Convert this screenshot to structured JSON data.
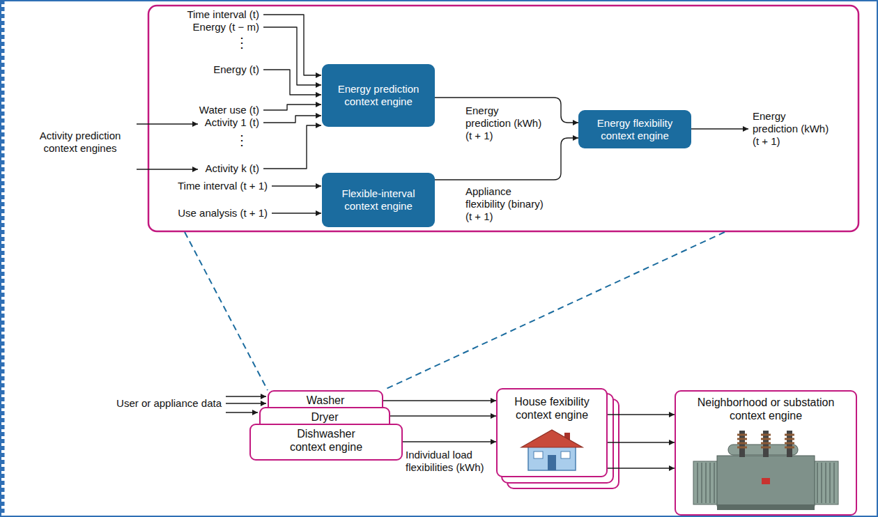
{
  "diagram": {
    "nodes": [
      {
        "text": [
          "Energy prediction context engine"
        ]
      },
      {
        "text": [
          "Flexible-interval context engine"
        ]
      },
      {
        "text": [
          "Energy flexibility context engine"
        ]
      },
      {
        "text": [
          "Washer"
        ]
      },
      {
        "text": [
          "Dryer"
        ]
      },
      {
        "text": [
          "Dishwasher context engine"
        ]
      },
      {
        "text": [
          "House fexibility context engine"
        ]
      },
      {
        "text": [
          "Neighborhood or substation context engine"
        ]
      }
    ],
    "edges": [
      {
        "from": 0,
        "to": 2,
        "arrow": "to",
        "label": "Energy prediction (kWh) (t + 1)"
      },
      {
        "from": 1,
        "to": 2,
        "arrow": "to",
        "label": "Appliance flexibility (binary) (t + 1)"
      },
      {
        "from": 3,
        "to": 6,
        "arrow": "to"
      },
      {
        "from": 4,
        "to": 6,
        "arrow": "to"
      },
      {
        "from": 5,
        "to": 6,
        "arrow": "to",
        "label": "Individual load flexibilities (kWh)"
      },
      {
        "from": 6,
        "to": 7,
        "arrow": "to"
      },
      {
        "from": 6,
        "to": 7,
        "arrow": "to"
      },
      {
        "from": 6,
        "to": 7,
        "arrow": "to"
      }
    ],
    "labels": [
      "Time interval (t)",
      "Energy (t − m)",
      "⋮",
      "Energy (t)",
      "Water use (t)",
      "Activity 1 (t)",
      "⋮",
      "Activity k (t)",
      "Activity prediction context engines",
      "Time interval (t + 1)",
      "Use analysis (t + 1)",
      "Energy prediction (kWh) (t + 1)",
      "User or appliance data"
    ]
  }
}
